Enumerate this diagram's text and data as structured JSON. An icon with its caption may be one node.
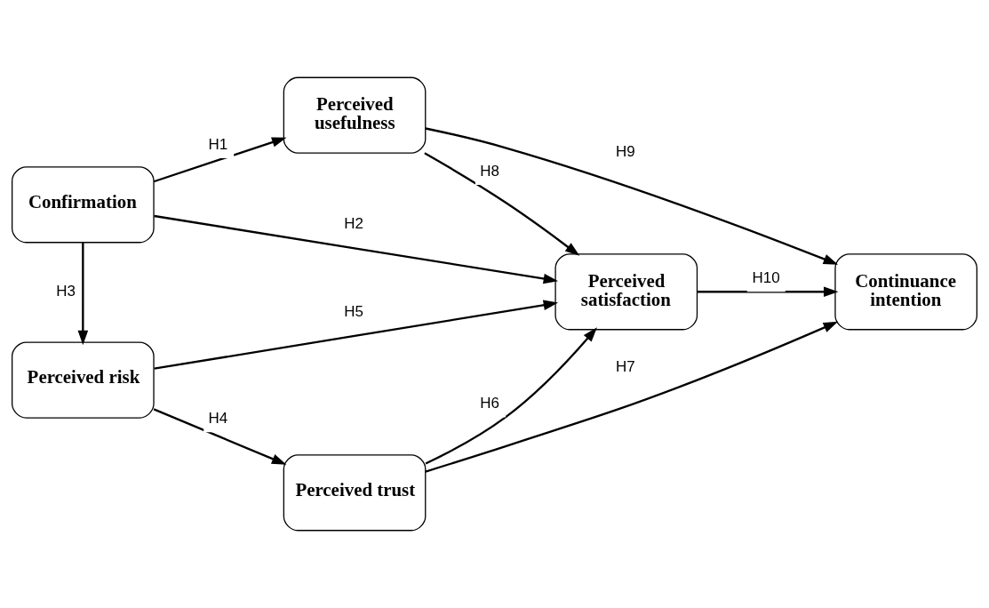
{
  "diagram": {
    "nodes": [
      {
        "text": [
          "Perceived usefulness"
        ]
      },
      {
        "text": [
          "Confirmation"
        ]
      },
      {
        "text": [
          "Perceived satisfaction"
        ]
      },
      {
        "text": [
          "Continuance intention"
        ]
      },
      {
        "text": [
          "Perceived risk"
        ]
      },
      {
        "text": [
          "Perceived trust"
        ]
      }
    ],
    "edges": [
      {
        "from": 1,
        "to": 0,
        "arrow": "to",
        "label": "H1"
      },
      {
        "from": 1,
        "to": 2,
        "arrow": "to",
        "label": "H2"
      },
      {
        "from": 1,
        "to": 4,
        "arrow": "to",
        "label": "H3"
      },
      {
        "from": 4,
        "to": 5,
        "arrow": "to",
        "label": "H4"
      },
      {
        "from": 4,
        "to": 2,
        "arrow": "to",
        "label": "H5"
      },
      {
        "from": 5,
        "to": 2,
        "arrow": "to",
        "label": "H6"
      },
      {
        "from": 5,
        "to": 3,
        "arrow": "to",
        "label": "H7"
      },
      {
        "from": 0,
        "to": 2,
        "arrow": "to",
        "label": "H8"
      },
      {
        "from": 0,
        "to": 3,
        "arrow": "to",
        "label": "H9"
      },
      {
        "from": 2,
        "to": 3,
        "arrow": "to",
        "label": "H10"
      }
    ]
  }
}
